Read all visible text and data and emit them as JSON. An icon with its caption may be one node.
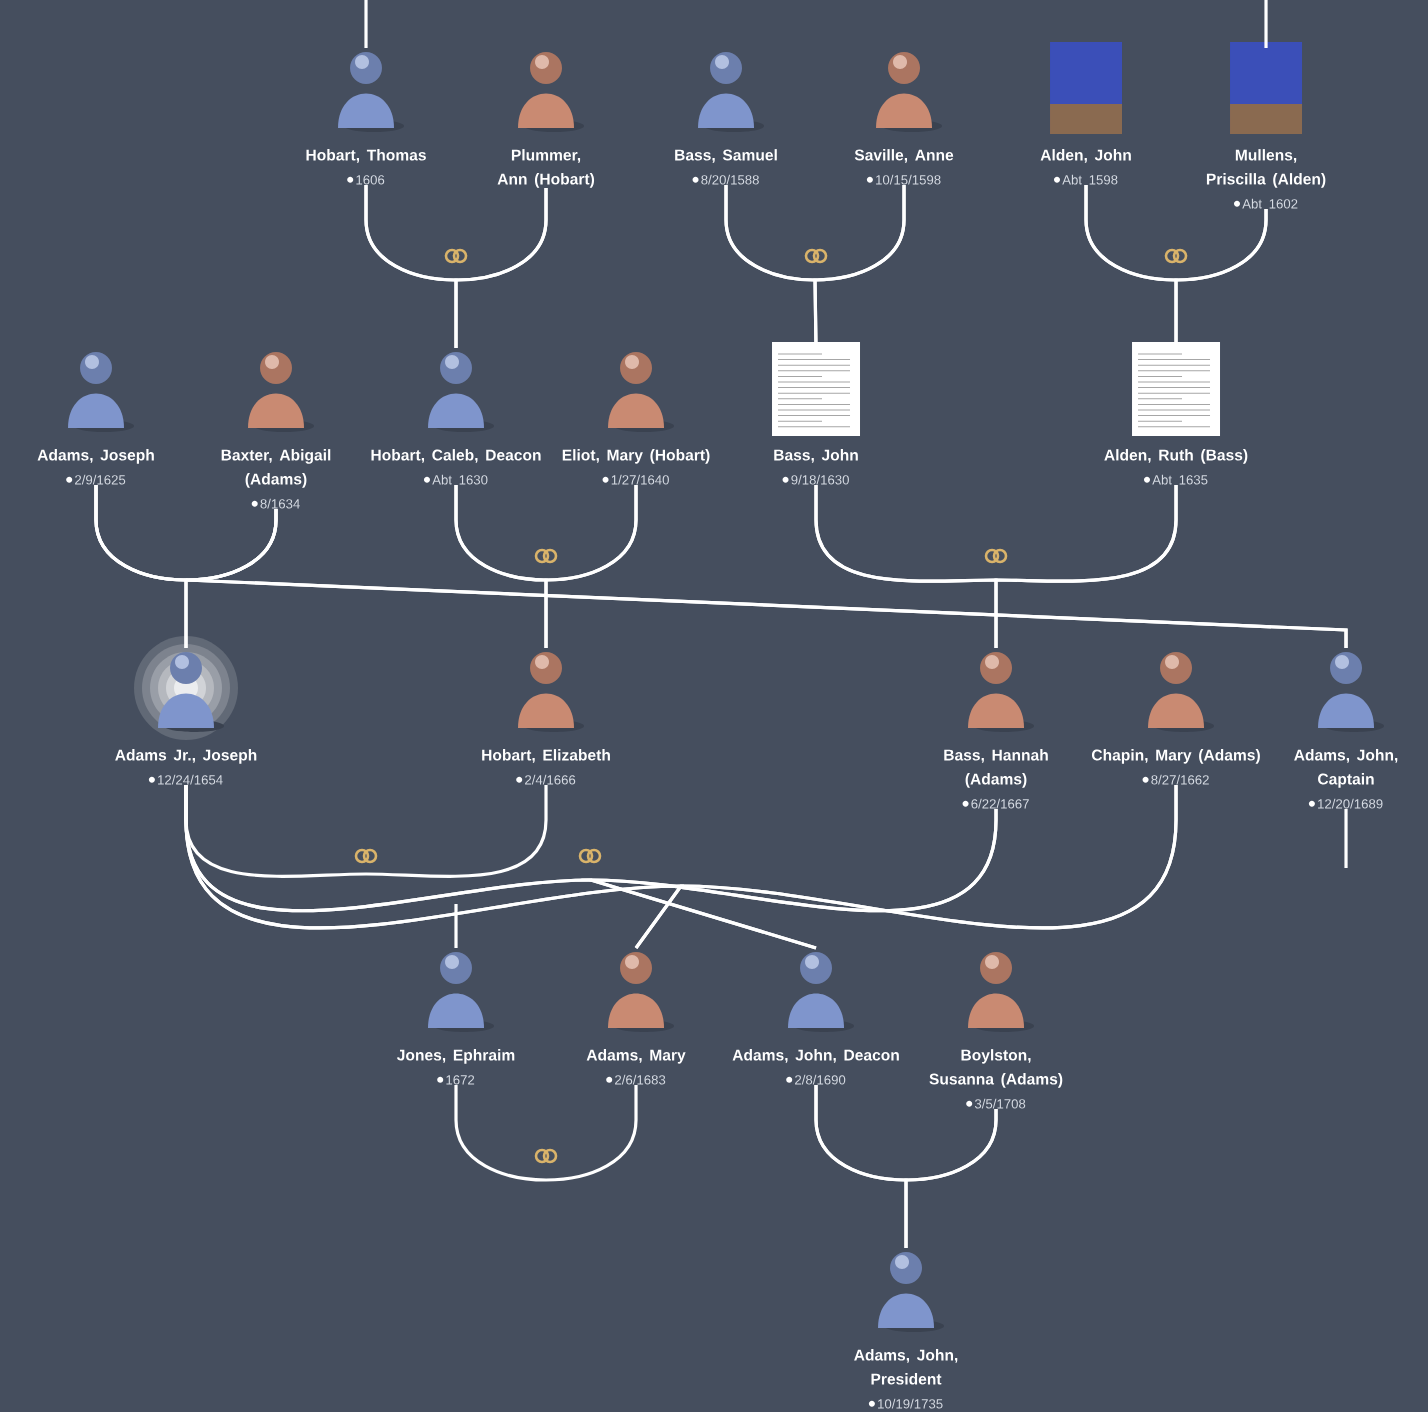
{
  "diagram": {
    "nodes": [
      {
        "text": [
          "Hobart, Thomas",
          "1606"
        ]
      },
      {
        "text": [
          "Plummer, Ann (Hobart)"
        ]
      },
      {
        "text": [
          "Bass, Samuel",
          "8/20/1588"
        ]
      },
      {
        "text": [
          "Saville, Anne",
          "10/15/1598"
        ]
      },
      {
        "text": [
          "Alden, John",
          "Abt 1598"
        ]
      },
      {
        "text": [
          "Mullens, Priscilla (Alden)",
          "Abt 1602"
        ]
      },
      {
        "text": [
          "Adams, Joseph",
          "2/9/1625"
        ]
      },
      {
        "text": [
          "Baxter, Abigail (Adams)",
          "8/1634"
        ]
      },
      {
        "text": [
          "Hobart, Caleb, Deacon",
          "Abt 1630"
        ]
      },
      {
        "text": [
          "Eliot, Mary (Hobart)",
          "1/27/1640"
        ]
      },
      {
        "text": [
          "Bass, John",
          "9/18/1630"
        ]
      },
      {
        "text": [
          "Alden, Ruth (Bass)",
          "Abt 1635"
        ]
      },
      {
        "text": [
          "Adams Jr., Joseph",
          "12/24/1654"
        ]
      },
      {
        "text": [
          "Hobart, Elizabeth",
          "2/4/1666"
        ]
      },
      {
        "text": [
          "Bass, Hannah (Adams)",
          "6/22/1667"
        ]
      },
      {
        "text": [
          "Chapin, Mary (Adams)",
          "8/27/1662"
        ]
      },
      {
        "text": [
          "Adams, John, Captain",
          "12/20/1689"
        ]
      },
      {
        "text": [
          "Jones, Ephraim",
          "1672"
        ]
      },
      {
        "text": [
          "Adams, Mary",
          "2/6/1683"
        ]
      },
      {
        "text": [
          "Adams, John, Deacon",
          "2/8/1690"
        ]
      },
      {
        "text": [
          "Boylston, Susanna (Adams)",
          "3/5/1708"
        ]
      },
      {
        "text": [
          "Adams, John, President",
          "10/19/1735"
        ]
      }
    ],
    "edges": [
      {
        "from": 0,
        "to": 1,
        "arrow": "none"
      },
      {
        "from": 0,
        "to": 8,
        "arrow": "none"
      },
      {
        "from": 1,
        "to": 8,
        "arrow": "none"
      },
      {
        "from": 2,
        "to": 3,
        "arrow": "none"
      },
      {
        "from": 2,
        "to": 10,
        "arrow": "none"
      },
      {
        "from": 3,
        "to": 10,
        "arrow": "none"
      },
      {
        "from": 4,
        "to": 5,
        "arrow": "none"
      },
      {
        "from": 4,
        "to": 11,
        "arrow": "none"
      },
      {
        "from": 5,
        "to": 11,
        "arrow": "none"
      },
      {
        "from": 6,
        "to": 7,
        "arrow": "none"
      },
      {
        "from": 6,
        "to": 12,
        "arrow": "none"
      },
      {
        "from": 7,
        "to": 12,
        "arrow": "none"
      },
      {
        "from": 6,
        "to": 16,
        "arrow": "none"
      },
      {
        "from": 7,
        "to": 16,
        "arrow": "none"
      },
      {
        "from": 8,
        "to": 9,
        "arrow": "none"
      },
      {
        "from": 8,
        "to": 13,
        "arrow": "none"
      },
      {
        "from": 9,
        "to": 13,
        "arrow": "none"
      },
      {
        "from": 10,
        "to": 11,
        "arrow": "none"
      },
      {
        "from": 10,
        "to": 14,
        "arrow": "none"
      },
      {
        "from": 11,
        "to": 14,
        "arrow": "none"
      },
      {
        "from": 12,
        "to": 13,
        "arrow": "none"
      },
      {
        "from": 12,
        "to": 14,
        "arrow": "none"
      },
      {
        "from": 12,
        "to": 15,
        "arrow": "none"
      },
      {
        "from": 12,
        "to": 19,
        "arrow": "none"
      },
      {
        "from": 14,
        "to": 19,
        "arrow": "none"
      },
      {
        "from": 12,
        "to": 18,
        "arrow": "none"
      },
      {
        "from": 15,
        "to": 18,
        "arrow": "none"
      },
      {
        "from": 17,
        "to": 18,
        "arrow": "none"
      },
      {
        "from": 19,
        "to": 20,
        "arrow": "none"
      },
      {
        "from": 19,
        "to": 21,
        "arrow": "none"
      },
      {
        "from": 20,
        "to": 21,
        "arrow": "none"
      },
      {
        "from": null,
        "to": 0,
        "arrow": "none"
      },
      {
        "from": null,
        "to": 5,
        "arrow": "none"
      },
      {
        "from": null,
        "to": 17,
        "arrow": "none"
      },
      {
        "from": 16,
        "to": null,
        "arrow": "none"
      }
    ]
  }
}
